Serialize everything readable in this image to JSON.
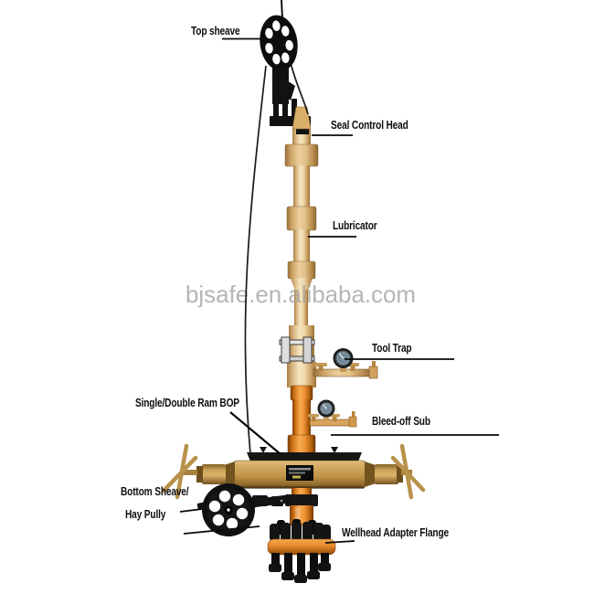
{
  "watermark": {
    "text": "bjsafe.en.alibaba.com"
  },
  "labels": {
    "top_sheave": "Top sheave",
    "seal_control_head": "Seal Control Head",
    "lubricator": "Lubricator",
    "tool_trap": "Tool Trap",
    "ram_bop": "Single/Double Ram BOP",
    "bleed_off_sub": "Bleed-off Sub",
    "bottom_sheave_1": "Bottom Sheave/",
    "bottom_sheave_2": "Hay Pully",
    "wellhead_adapter_flange": "Wellhead Adapter Flange"
  },
  "colors": {
    "background": "#ffffff",
    "pipe_beige": "#eed6a6",
    "pipe_orange": "#f09436",
    "bop_gold": "#c79a4e",
    "hardware_black": "#141414",
    "gauge_face": "#5d7282",
    "watermark_gray": "#a2a2a2",
    "label_text": "#0f0f0f"
  }
}
